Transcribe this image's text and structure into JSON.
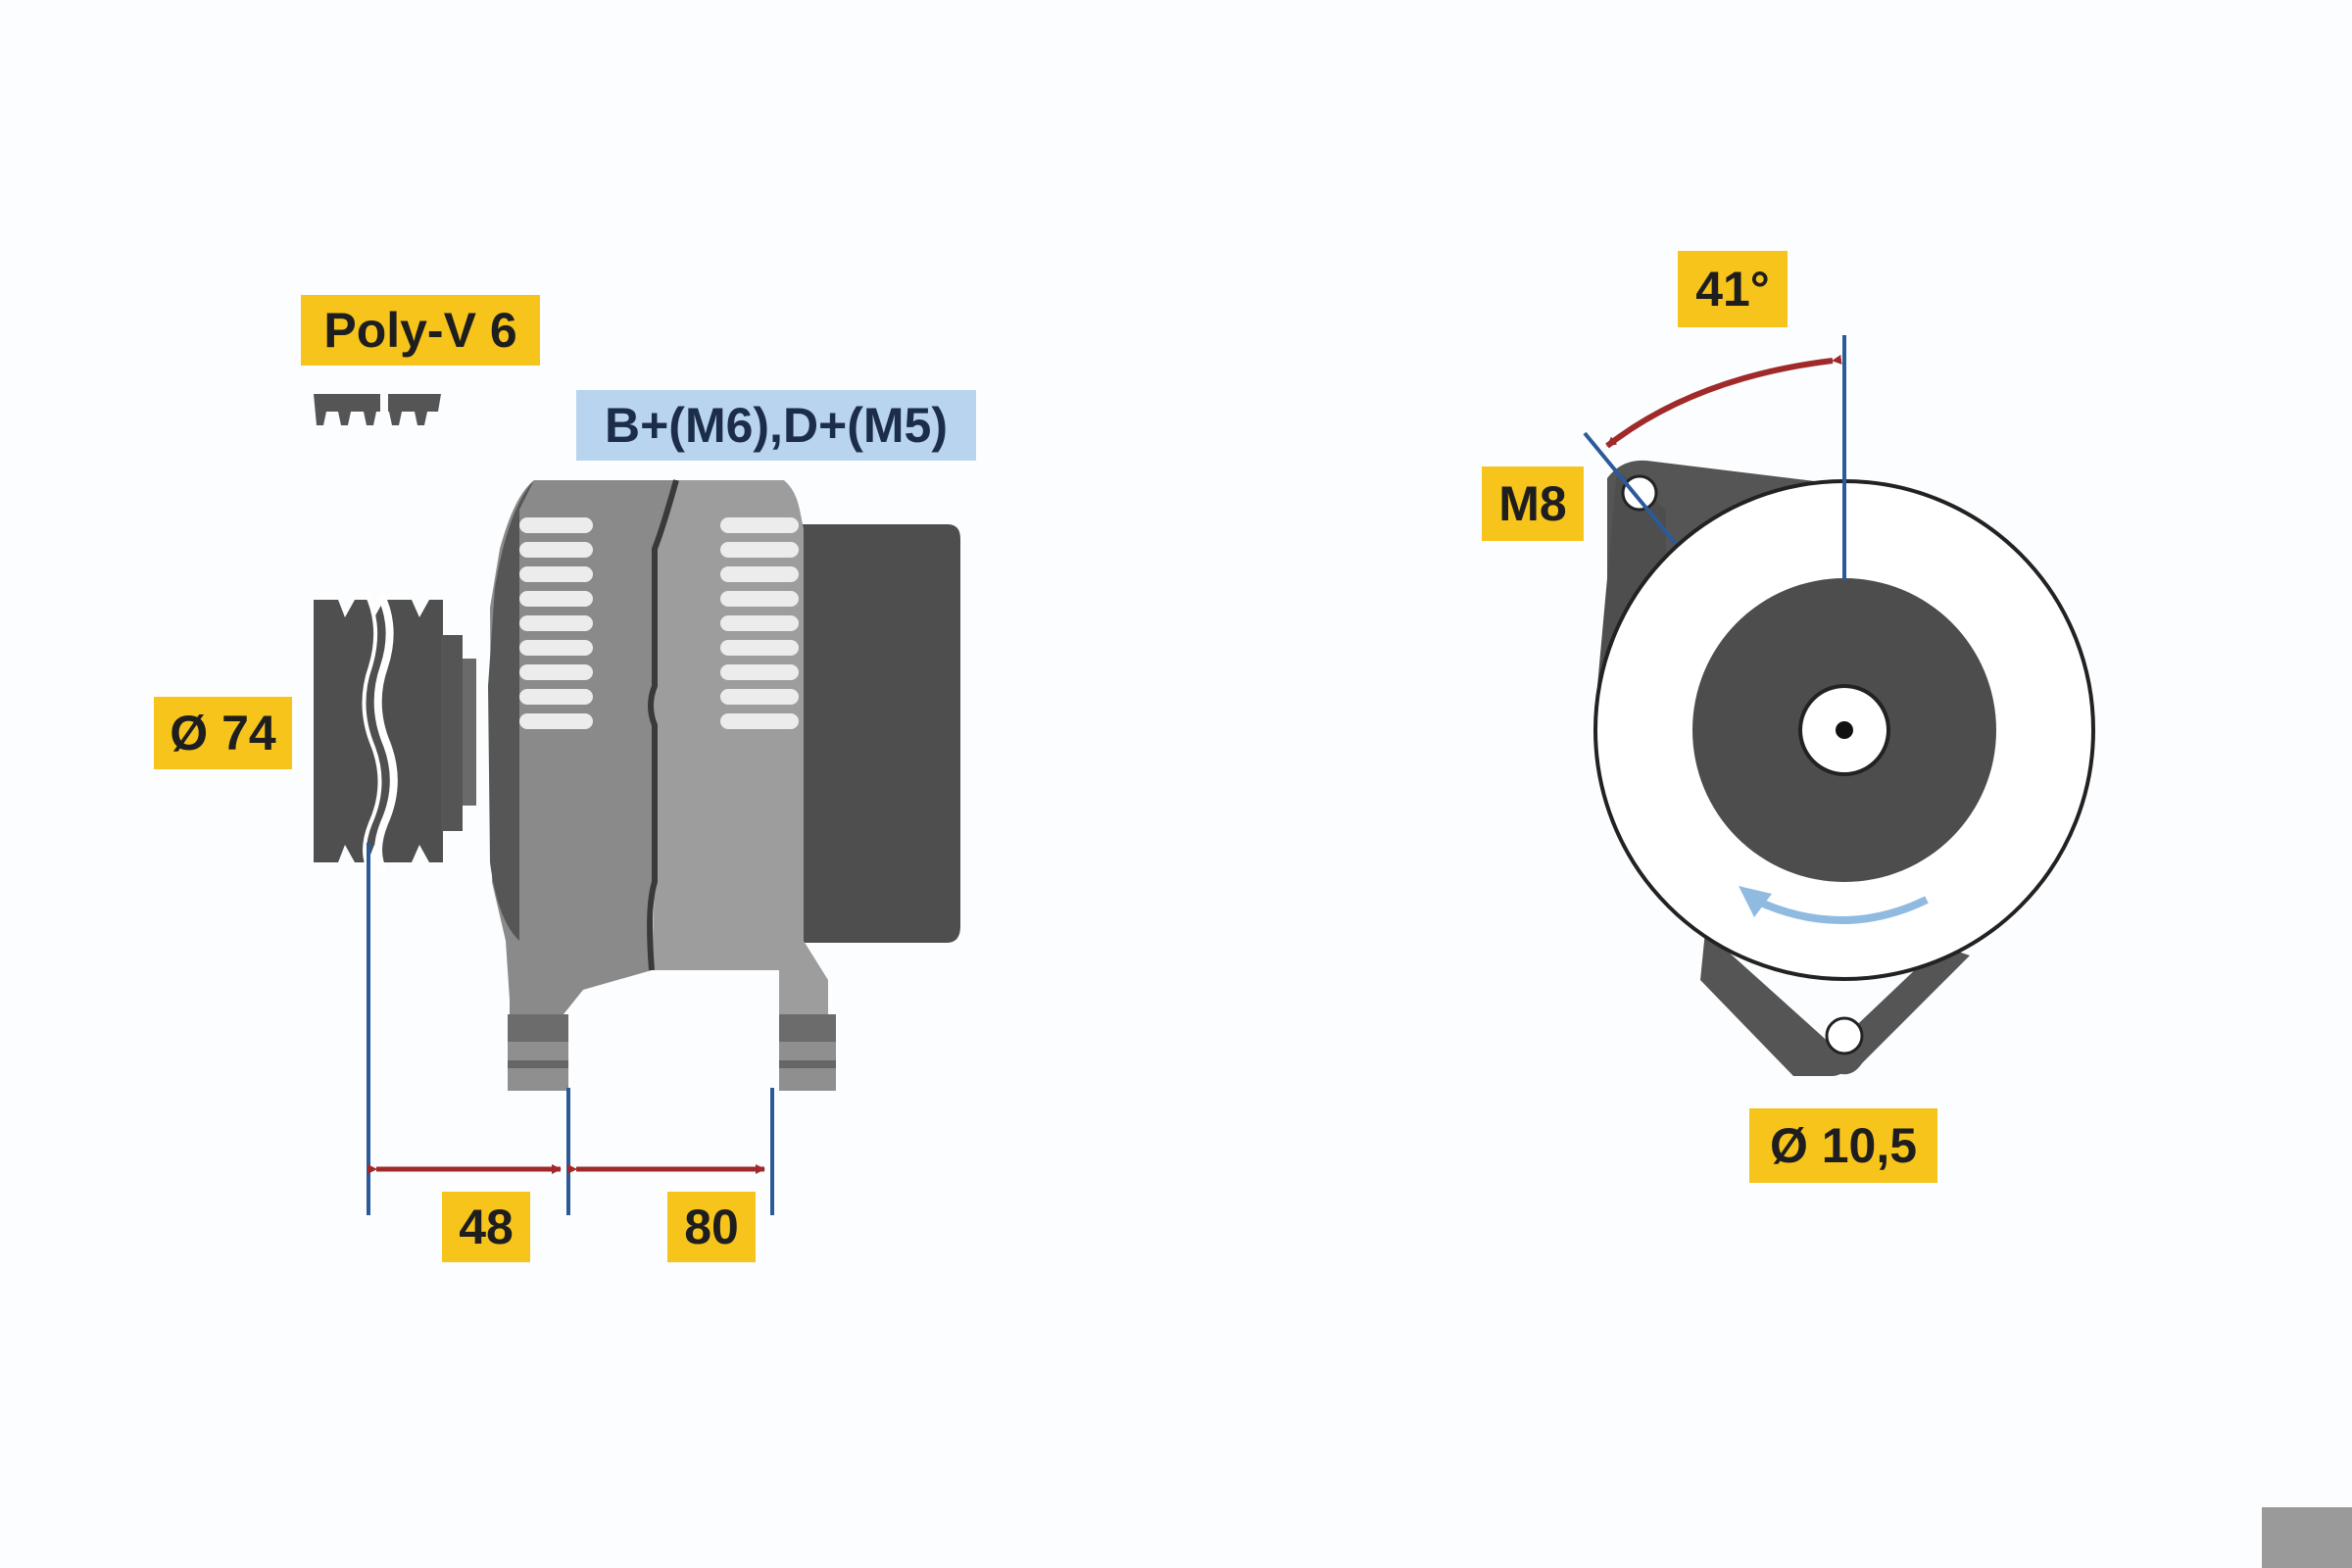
{
  "labels": {
    "belt": "Poly-V 6",
    "terminals": "B+(M6),D+(M5)",
    "pulley_diameter": "Ø 74",
    "dim_48": "48",
    "dim_80": "80",
    "angle": "41°",
    "thread": "M8",
    "hole_diameter": "Ø 10,5"
  },
  "colors": {
    "label_yellow": "#f7c41c",
    "label_blue": "#b8d4ee",
    "body_dark": "#4a4a4a",
    "body_mid": "#7d7d7d",
    "body_light": "#9c9c9c",
    "dimension_arrow": "#a02a2a",
    "guide_line": "#2b5a9a",
    "rotation_arrow": "#8fbbe0"
  },
  "icons": {
    "rotation": "rotation-arrow-icon"
  }
}
